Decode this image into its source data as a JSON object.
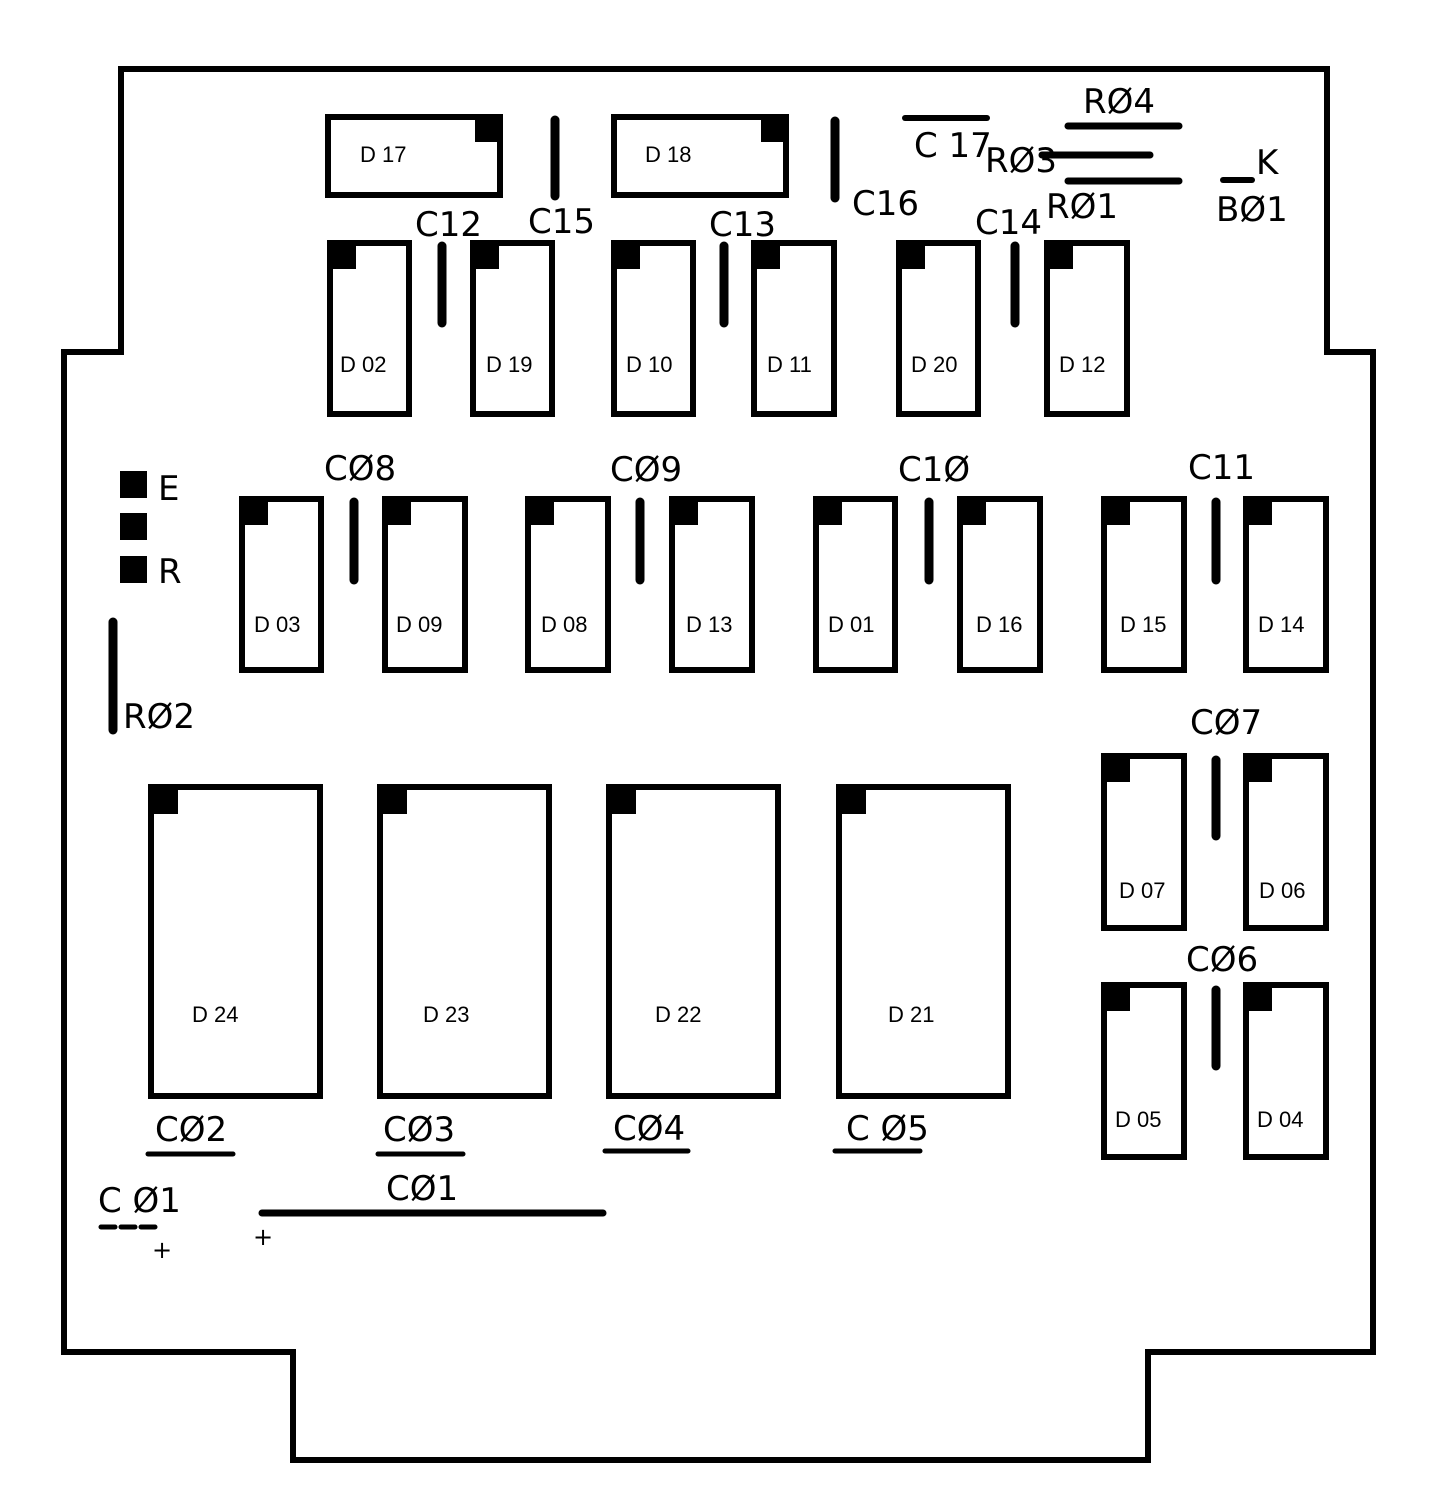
{
  "board": {
    "chips": {
      "d17": "D 17",
      "d18": "D 18",
      "d02": "D 02",
      "d19": "D 19",
      "d10": "D 10",
      "d11": "D 11",
      "d20": "D 20",
      "d12": "D 12",
      "d03": "D 03",
      "d09": "D 09",
      "d08": "D 08",
      "d13": "D 13",
      "d01": "D 01",
      "d16": "D 16",
      "d15": "D 15",
      "d14": "D 14",
      "d07": "D 07",
      "d06": "D 06",
      "d05": "D 05",
      "d04": "D 04",
      "d24": "D 24",
      "d23": "D 23",
      "d22": "D 22",
      "d21": "D 21"
    },
    "labels": {
      "c15": "C15",
      "c16": "C16",
      "c17": "C 17",
      "c12": "C12",
      "c13": "C13",
      "c14": "C14",
      "c08": "CØ8",
      "c09": "CØ9",
      "c10": "C1Ø",
      "c11": "C11",
      "c07": "CØ7",
      "c06": "CØ6",
      "c02": "CØ2",
      "c03": "CØ3",
      "c04": "CØ4",
      "c05": "C Ø5",
      "c01_left": "C Ø1",
      "c01_center": "CØ1",
      "r01": "RØ1",
      "r02": "RØ2",
      "r03": "RØ3",
      "r04": "RØ4",
      "k": "K",
      "b01": "BØ1",
      "e": "E",
      "r": "R",
      "plus_left": "+",
      "plus_center": "+"
    }
  }
}
